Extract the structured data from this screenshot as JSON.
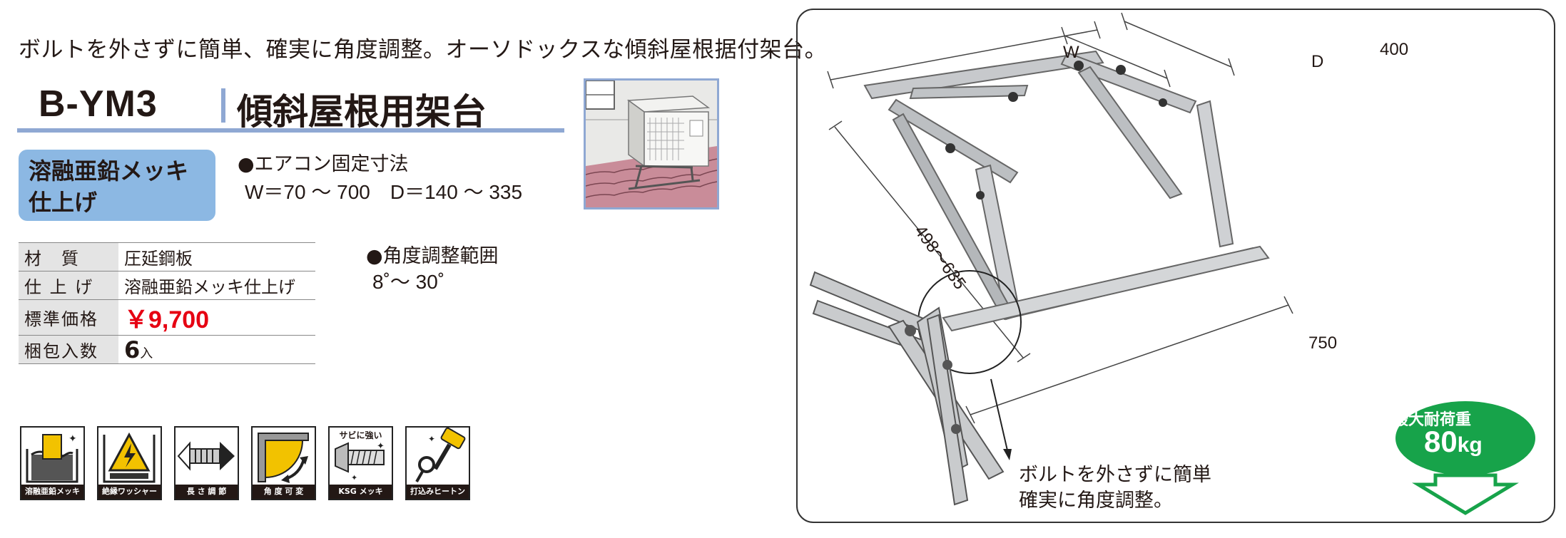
{
  "tagline": "ボルトを外さずに簡単、確実に角度調整。オーソドックスな傾斜屋根据付架台。",
  "model": "B-YM3",
  "product_name": "傾斜屋根用架台",
  "badge": {
    "line1": "溶融亜鉛メッキ",
    "line2": "仕上げ"
  },
  "fixing": {
    "label": "●エアコン固定寸法",
    "value": "W＝70 ～ 700　D＝140 ～ 335"
  },
  "angle": {
    "label": "●角度調整範囲",
    "value": "8˚～ 30˚"
  },
  "specs": [
    {
      "label": "材　質",
      "value": "圧延鋼板"
    },
    {
      "label": "仕 上 げ",
      "value": "溶融亜鉛メッキ仕上げ"
    },
    {
      "label": "標準価格",
      "value": "￥9,700"
    },
    {
      "label": "梱包入数",
      "value": "6",
      "unit": "入"
    }
  ],
  "icons": [
    {
      "name": "hot-dip-icon",
      "caption": "溶融亜鉛メッキ"
    },
    {
      "name": "insulation-washer-icon",
      "caption": "絶縁ワッシャー"
    },
    {
      "name": "length-adjust-icon",
      "caption": "長 さ 調 節"
    },
    {
      "name": "angle-adjust-icon",
      "caption": "角 度 可 変"
    },
    {
      "name": "rust-bolt-icon",
      "caption": "KSG メッキ",
      "top_label": "サビに強い"
    },
    {
      "name": "hammer-icon",
      "caption": "打込みヒートン"
    }
  ],
  "dimensions": {
    "w": "W",
    "d": "D",
    "depth": "400",
    "height": "498～635",
    "length": "750"
  },
  "callout": {
    "line1": "ボルトを外さずに簡単",
    "line2": "確実に角度調整。"
  },
  "load": {
    "label": "最大耐荷重",
    "value": "80",
    "unit": "kg",
    "color": "#17a34a"
  },
  "colors": {
    "accent_rule": "#8fa8d3",
    "badge": "#8cb8e3",
    "price": "#e60012"
  }
}
